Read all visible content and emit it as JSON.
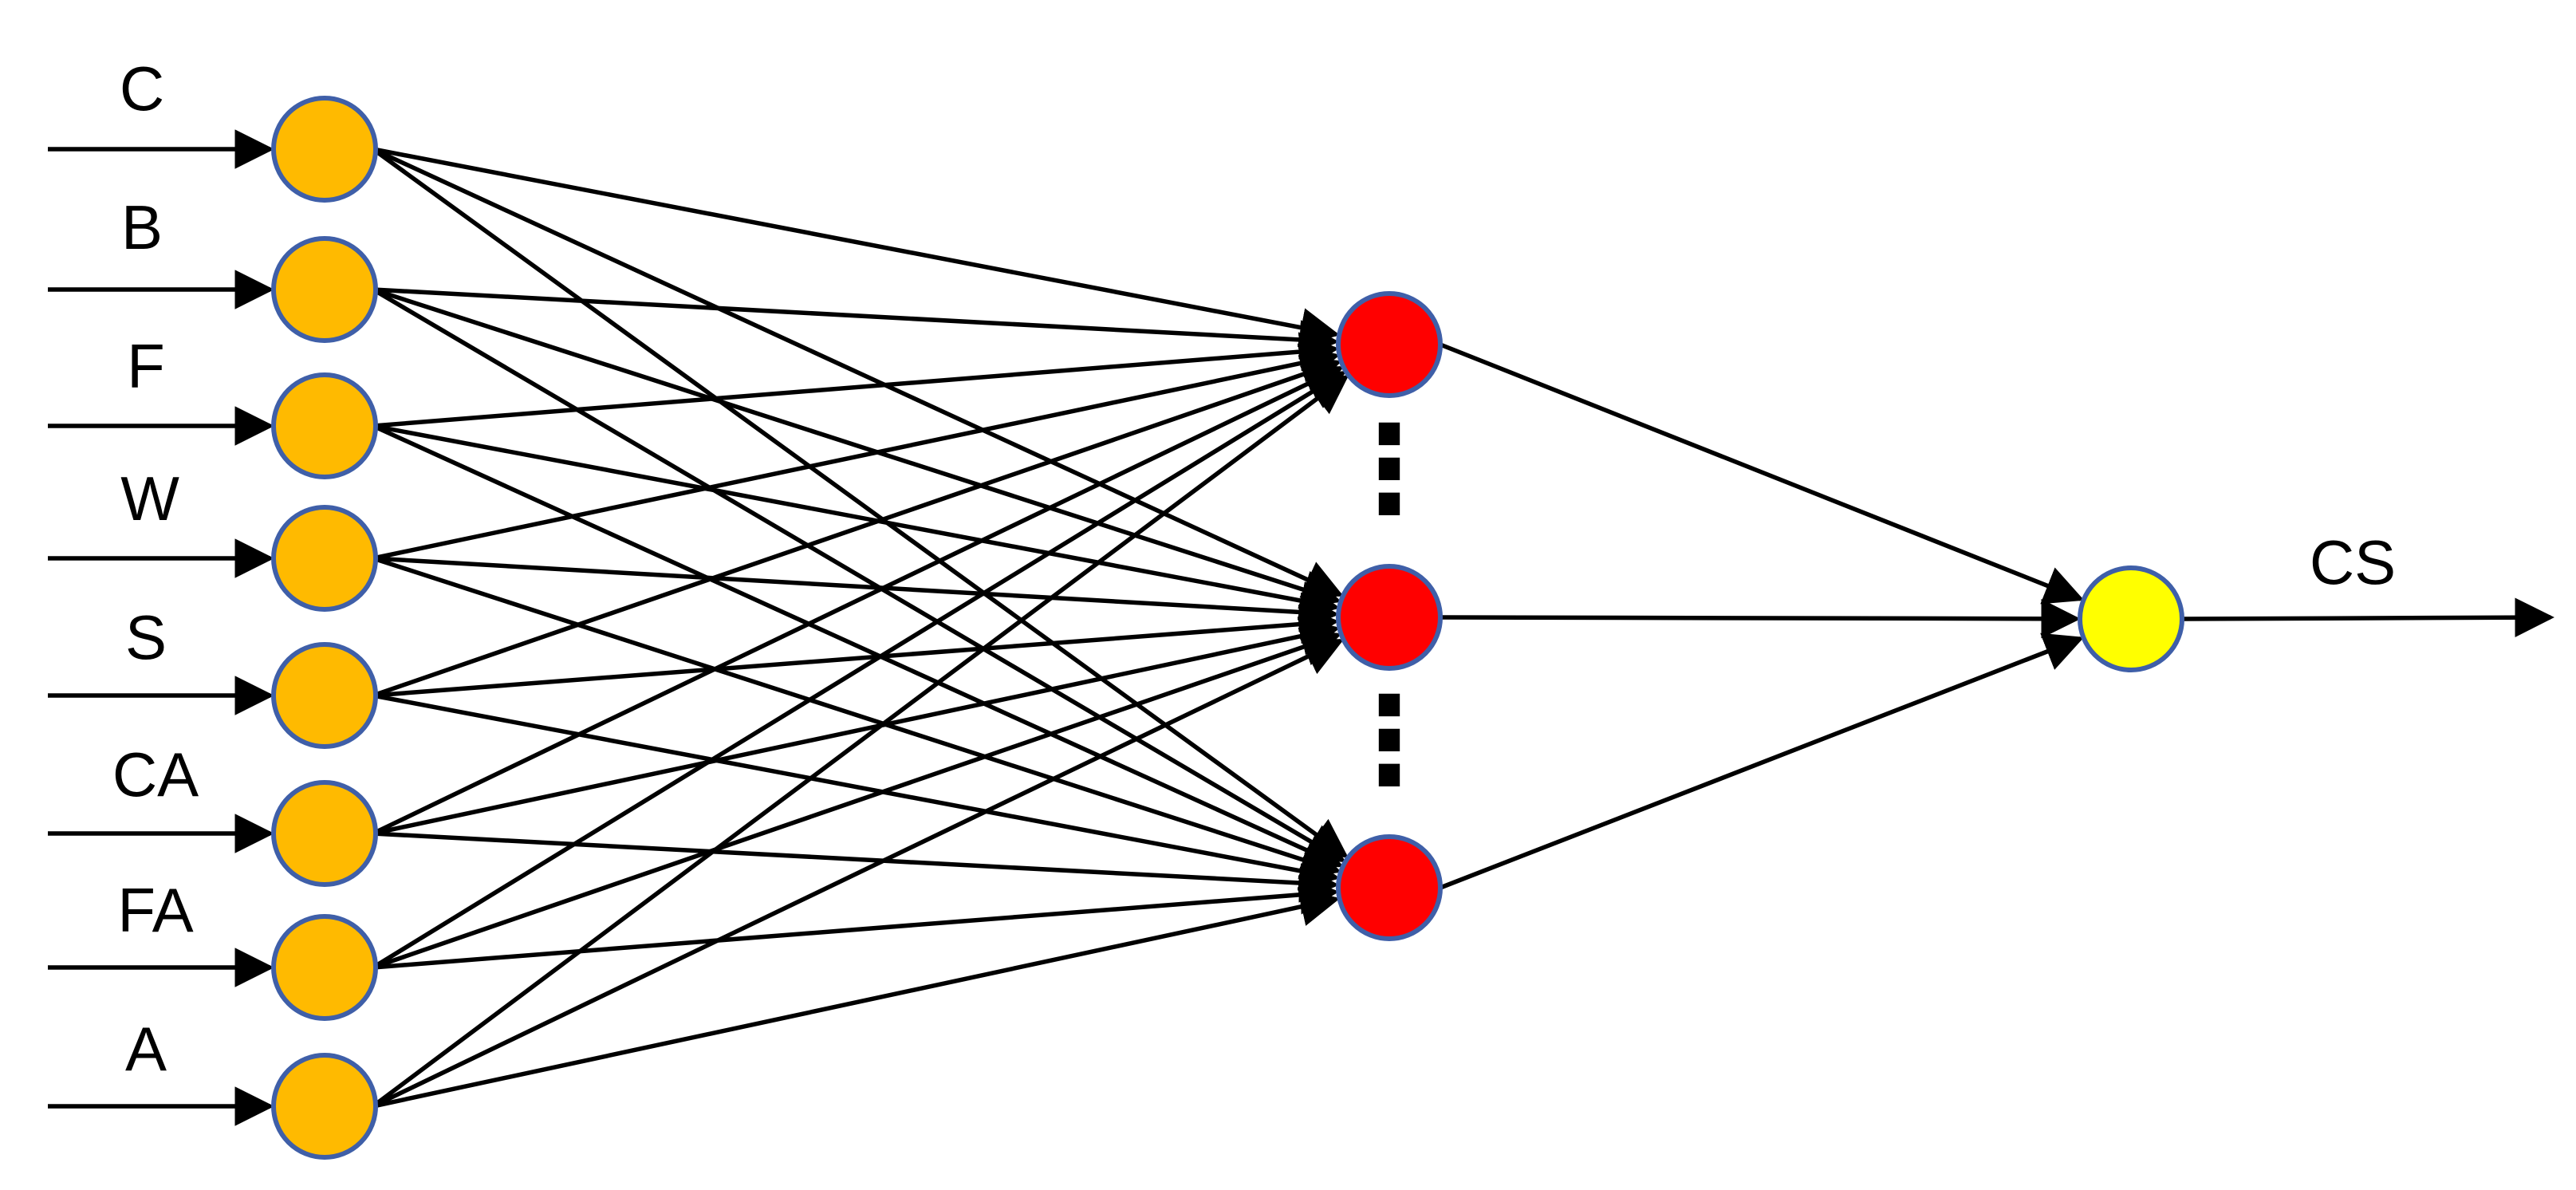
{
  "inputs": {
    "labels": [
      "C",
      "B",
      "F",
      "W",
      "S",
      "CA",
      "FA",
      "A"
    ],
    "node_color": "#FFBA00",
    "stroke_color": "#3F5FA8"
  },
  "hidden": {
    "ellipsis": [
      "⋮",
      "⋮"
    ],
    "node_color": "#FF0000",
    "node_count_shown": 3
  },
  "output": {
    "label": "CS",
    "node_color": "#FFFF00"
  },
  "edge_color": "#000000"
}
